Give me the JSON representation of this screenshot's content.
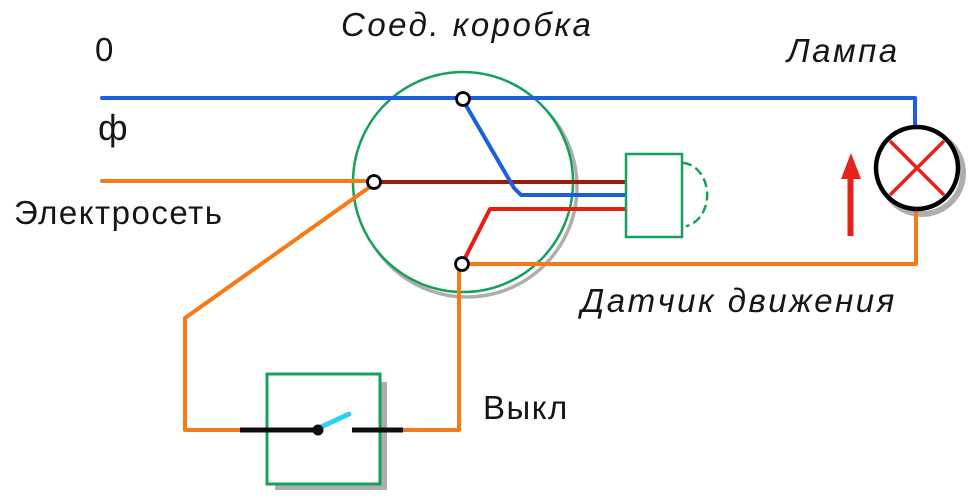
{
  "diagram": {
    "type": "wiring-schematic",
    "labels": {
      "neutral_line": "0",
      "phase_line": "ф",
      "mains": "Электросеть",
      "junction_box": "Соед. коробка",
      "lamp": "Лампа",
      "motion_sensor": "Датчик движения",
      "switch": "Выкл"
    },
    "colors": {
      "neutral_wire": "#1e5ce0",
      "phase_wire": "#f87a16",
      "sensor_phase_wire": "#9b1c08",
      "sensor_load_wire": "#e81d14",
      "component_green": "#17a05c",
      "switch_lever_cyan": "#2bd2f4",
      "arrow_red": "#e22419",
      "lamp_cross_red": "#e8231c",
      "lamp_outline": "#000000",
      "contact_black": "#0d0d0d",
      "node_stroke": "#000000",
      "node_fill": "#ffffff",
      "shadow_gray": "#aeaeae",
      "label_text": "#161616"
    }
  }
}
